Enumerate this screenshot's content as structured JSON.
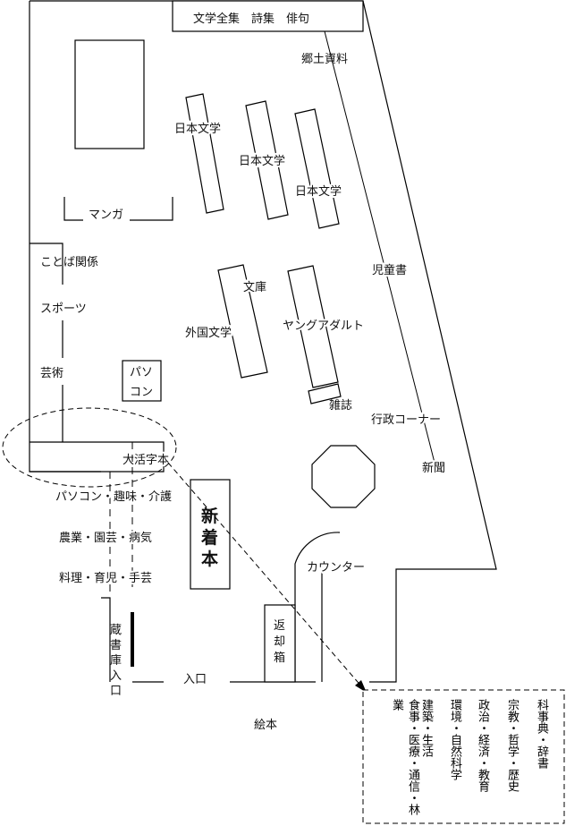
{
  "labels": {
    "literature_complete": "文学全集　詩集　俳句",
    "local_materials": "郷土資料",
    "japanese_lit_1": "日本文学",
    "japanese_lit_2": "日本文学",
    "japanese_lit_3": "日本文学",
    "manga": "マンガ",
    "language": "ことば関係",
    "sports": "スポーツ",
    "arts": "芸術",
    "pc_corner_1": "パソ",
    "pc_corner_2": "コン",
    "childrens_books": "児童書",
    "bunko": "文庫",
    "foreign_lit": "外国文学",
    "young_adult": "ヤングアダルト",
    "magazines": "雑誌",
    "administration": "行政コーナー",
    "newspapers": "新聞",
    "large_print": "大活字本",
    "hobby_row": "パソコン・趣味・介護",
    "agri_row": "農業・園芸・病気",
    "cooking_row": "料理・育児・手芸",
    "new_arrivals": "新着本",
    "counter": "カウンター",
    "return_box": "返却箱",
    "storage_entrance": "蔵書庫入口",
    "entrance": "入口",
    "picture_books": "絵本"
  },
  "callout_columns": [
    "科事典・辞書",
    "宗教・哲学・歴史",
    "政治・経済・教育",
    "環境・自然科学",
    "建築・生活",
    "食事・医療・通信・林業"
  ]
}
